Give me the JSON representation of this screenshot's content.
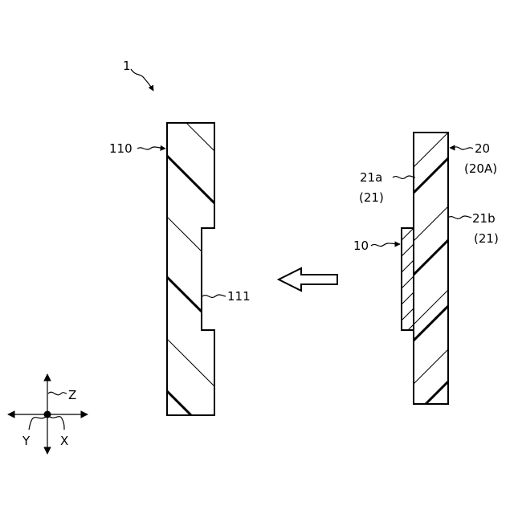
{
  "labels": {
    "assembly": "1",
    "member_110": "110",
    "recess_111": "111",
    "member_20": "20",
    "member_20_alt": "(20A)",
    "face_21a": "21a",
    "face_21a_parent": "(21)",
    "face_21b": "21b",
    "face_21b_parent": "(21)",
    "part_10": "10"
  },
  "axes": {
    "z": "Z",
    "y": "Y",
    "x": "X"
  }
}
